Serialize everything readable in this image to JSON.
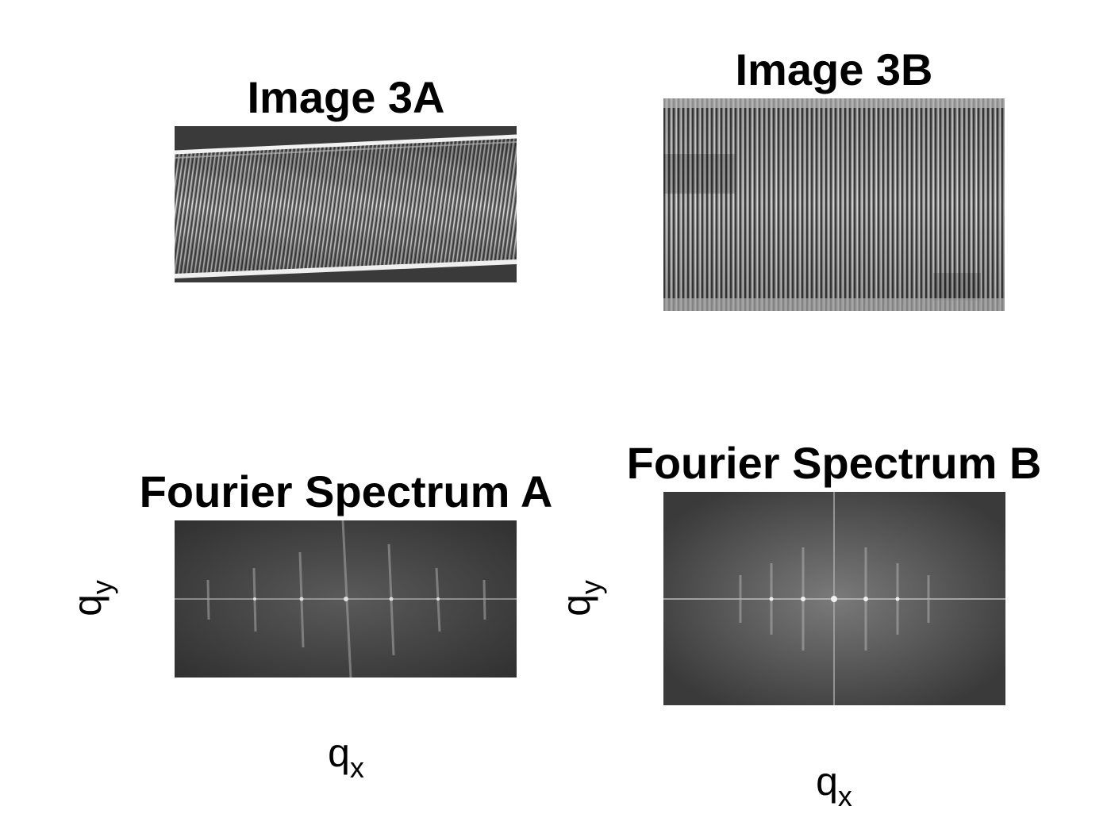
{
  "panels": {
    "image_a": {
      "title": "Image 3A"
    },
    "image_b": {
      "title": "Image 3B"
    },
    "spectrum_a": {
      "title": "Fourier Spectrum A",
      "xlabel": "q",
      "xlabel_sub": "x",
      "ylabel": "q",
      "ylabel_sub": "y"
    },
    "spectrum_b": {
      "title": "Fourier Spectrum B",
      "xlabel": "q",
      "xlabel_sub": "x",
      "ylabel": "q",
      "ylabel_sub": "y"
    }
  },
  "colors": {
    "background": "#ffffff",
    "text": "#000000"
  }
}
